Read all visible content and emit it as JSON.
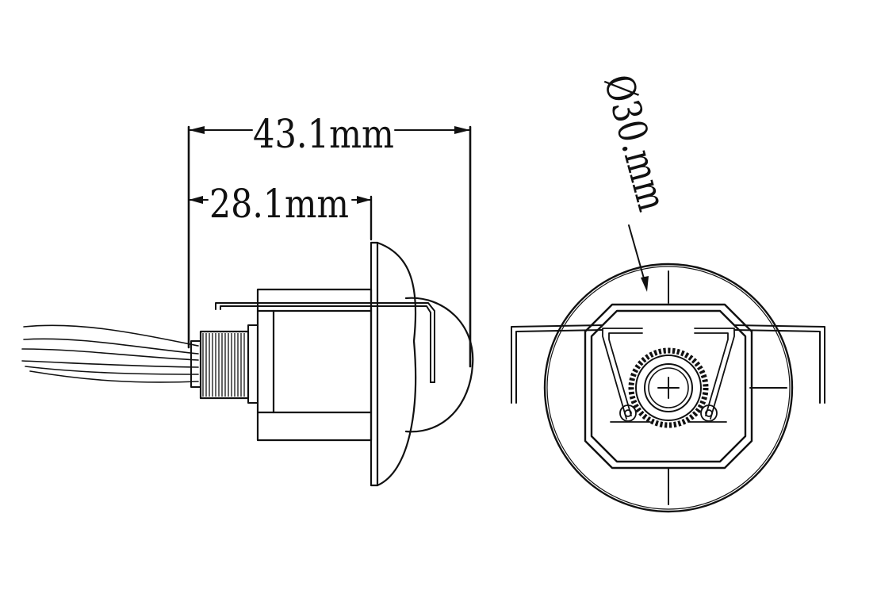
{
  "dimensions": {
    "overall_length": "43.1mm",
    "body_length": "28.1mm",
    "diameter": "Ø30.mm"
  },
  "colors": {
    "ink": "#111111",
    "background": "#ffffff"
  }
}
